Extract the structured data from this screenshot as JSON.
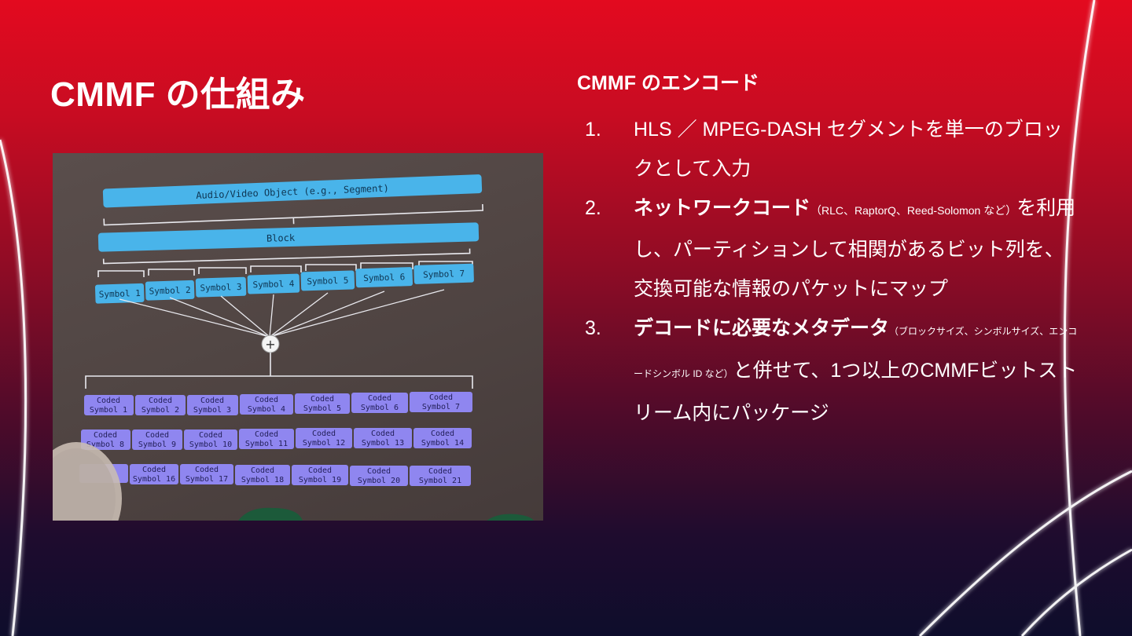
{
  "slide": {
    "title": "CMMF の仕組み",
    "heading": "CMMF のエンコード"
  },
  "steps": [
    {
      "num": "1.",
      "text": "HLS ／ MPEG-DASH セグメントを単一のブロックとして入力"
    },
    {
      "num": "2.",
      "lead": "ネットワークコード",
      "note": "（RLC、RaptorQ、Reed-Solomon など）",
      "rest": "を利用し、パーティションして相関があるビット列を、交換可能な情報のパケットにマップ"
    },
    {
      "num": "3.",
      "lead": "デコードに必要なメタデータ",
      "note": "（ブロックサイズ、シンボルサイズ、エンコードシンボル ID など）",
      "rest": "と併せて、1つ以上のCMMFビットストリーム内にパッケージ"
    }
  ],
  "diagram": {
    "object_label": "Audio/Video Object (e.g., Segment)",
    "block_label": "Block",
    "combine_symbol": "+",
    "coded_word": "Coded",
    "symbols": [
      "Symbol 1",
      "Symbol 2",
      "Symbol 3",
      "Symbol 4",
      "Symbol 5",
      "Symbol 6",
      "Symbol 7"
    ],
    "coded_rows": [
      [
        "Symbol 1",
        "Symbol 2",
        "Symbol 3",
        "Symbol 4",
        "Symbol 5",
        "Symbol 6",
        "Symbol 7"
      ],
      [
        "Symbol 8",
        "Symbol 9",
        "Symbol 10",
        "Symbol 11",
        "Symbol 12",
        "Symbol 13",
        "Symbol 14"
      ],
      [
        "Symbol 16",
        "Symbol 17",
        "Symbol 18",
        "Symbol 19",
        "Symbol 20",
        "Symbol 21"
      ]
    ]
  },
  "colors": {
    "accent_red": "#e30a1f",
    "dark_navy": "#0e0d2c",
    "symbol_blue": "#49b4ea",
    "coded_violet": "#8f86f0"
  }
}
